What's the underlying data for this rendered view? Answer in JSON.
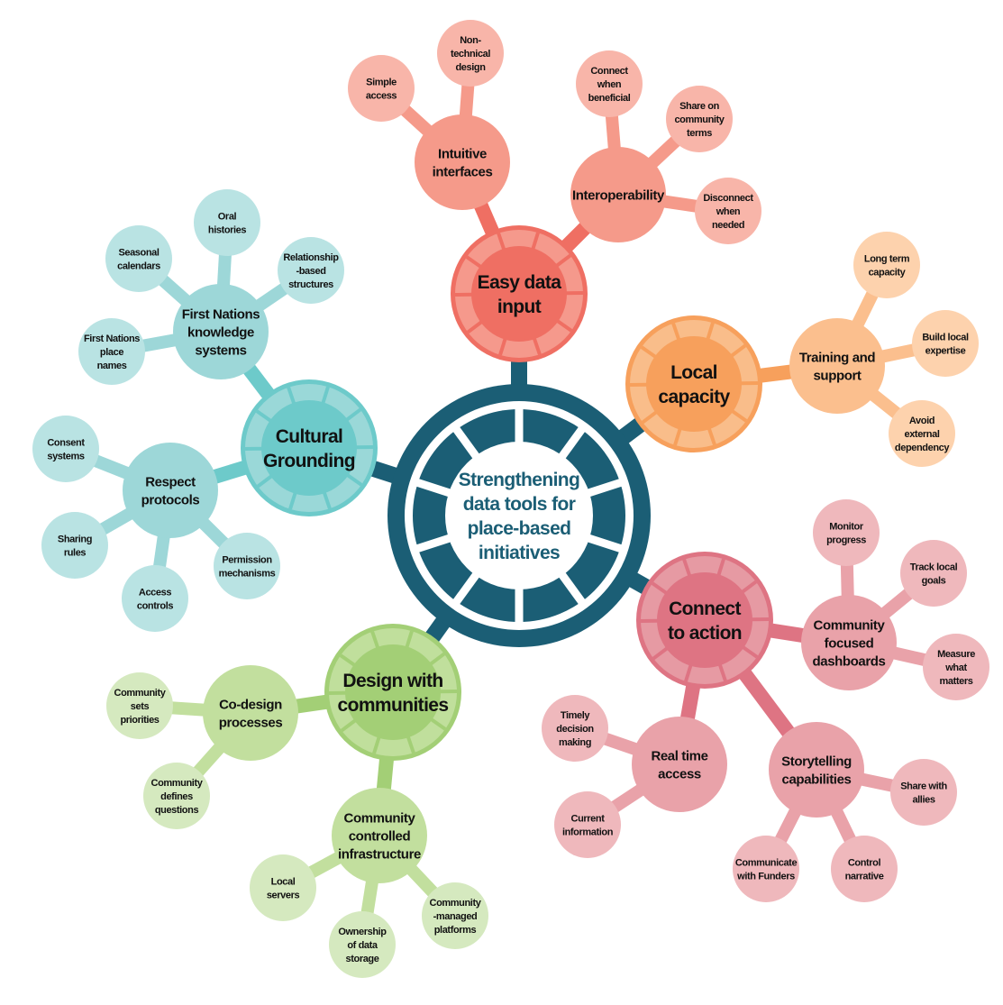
{
  "center": {
    "label": [
      "Strengthening",
      "data tools for",
      "place-based",
      "initiatives"
    ],
    "color": "#1b5e75"
  },
  "branches": [
    {
      "label": [
        "Easy data",
        "input"
      ],
      "colors": {
        "main": "#ef6f63",
        "light": "#f5998c",
        "sub": "#f59a8a",
        "leaf": "#f8b5a9"
      },
      "subs": [
        {
          "label": [
            "Intuitive",
            "interfaces"
          ],
          "leaves": [
            [
              "Simple",
              "access"
            ],
            [
              "Non-",
              "technical",
              "design"
            ]
          ]
        },
        {
          "label": [
            "Interoperability"
          ],
          "leaves": [
            [
              "Connect",
              "when",
              "beneficial"
            ],
            [
              "Share on",
              "community",
              "terms"
            ],
            [
              "Disconnect",
              "when",
              "needed"
            ]
          ]
        }
      ]
    },
    {
      "label": [
        "Local",
        "capacity"
      ],
      "colors": {
        "main": "#f7a05c",
        "light": "#f9bd8a",
        "sub": "#fbbf8e",
        "leaf": "#fdd2ad"
      },
      "subs": [
        {
          "label": [
            "Training and",
            "support"
          ],
          "leaves": [
            [
              "Long term",
              "capacity"
            ],
            [
              "Build local",
              "expertise"
            ],
            [
              "Avoid",
              "external",
              "dependency"
            ]
          ]
        }
      ]
    },
    {
      "label": [
        "Connect",
        "to action"
      ],
      "colors": {
        "main": "#de7483",
        "light": "#e69aa3",
        "sub": "#e9a2a9",
        "leaf": "#efb8bc"
      },
      "subs": [
        {
          "label": [
            "Community",
            "focused",
            "dashboards"
          ],
          "leaves": [
            [
              "Monitor",
              "progress"
            ],
            [
              "Track local",
              "goals"
            ],
            [
              "Measure",
              "what",
              "matters"
            ]
          ]
        },
        {
          "label": [
            "Storytelling",
            "capabilities"
          ],
          "leaves": [
            [
              "Share with",
              "allies"
            ],
            [
              "Control",
              "narrative"
            ],
            [
              "Communicate",
              "with Funders"
            ]
          ]
        },
        {
          "label": [
            "Real time",
            "access"
          ],
          "leaves": [
            [
              "Timely",
              "decision",
              "making"
            ],
            [
              "Current",
              "information"
            ]
          ]
        }
      ]
    },
    {
      "label": [
        "Design with",
        "communities"
      ],
      "colors": {
        "main": "#a3cf76",
        "light": "#c0df9c",
        "sub": "#c2df9e",
        "leaf": "#d5e9bf"
      },
      "subs": [
        {
          "label": [
            "Co-design",
            "processes"
          ],
          "leaves": [
            [
              "Community",
              "sets",
              "priorities"
            ],
            [
              "Community",
              "defines",
              "questions"
            ]
          ]
        },
        {
          "label": [
            "Community",
            "controlled",
            "infrastructure"
          ],
          "leaves": [
            [
              "Local",
              "servers"
            ],
            [
              "Ownership",
              "of data",
              "storage"
            ],
            [
              "Community",
              "-managed",
              "platforms"
            ]
          ]
        }
      ]
    },
    {
      "label": [
        "Cultural",
        "Grounding"
      ],
      "colors": {
        "main": "#6dcaca",
        "light": "#9ad8d8",
        "sub": "#9dd7d8",
        "leaf": "#b9e3e3"
      },
      "subs": [
        {
          "label": [
            "First Nations",
            "knowledge",
            "systems"
          ],
          "leaves": [
            [
              "Seasonal",
              "calendars"
            ],
            [
              "Oral",
              "histories"
            ],
            [
              "Relationship",
              "-based",
              "structures"
            ],
            [
              "First Nations",
              "place",
              "names"
            ]
          ]
        },
        {
          "label": [
            "Respect",
            "protocols"
          ],
          "leaves": [
            [
              "Consent",
              "systems"
            ],
            [
              "Sharing",
              "rules"
            ],
            [
              "Access",
              "controls"
            ],
            [
              "Permission",
              "mechanisms"
            ]
          ]
        }
      ]
    }
  ]
}
